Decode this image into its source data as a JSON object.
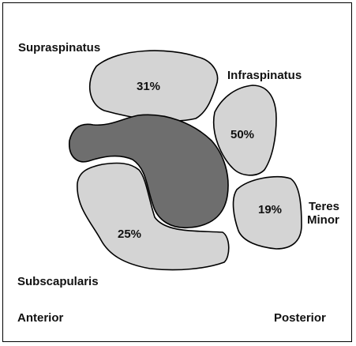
{
  "labels": {
    "supraspinatus": "Supraspinatus",
    "infraspinatus": "Infraspinatus",
    "teres_minor_line1": "Teres",
    "teres_minor_line2": "Minor",
    "subscapularis": "Subscapularis",
    "anterior": "Anterior",
    "posterior": "Posterior"
  },
  "percentages": {
    "supraspinatus": "31%",
    "infraspinatus": "50%",
    "teres_minor": "19%",
    "subscapularis": "25%"
  },
  "colors": {
    "muscle_fill": "#d4d4d4",
    "center_fill": "#6e6e6e",
    "outline": "#000000"
  }
}
